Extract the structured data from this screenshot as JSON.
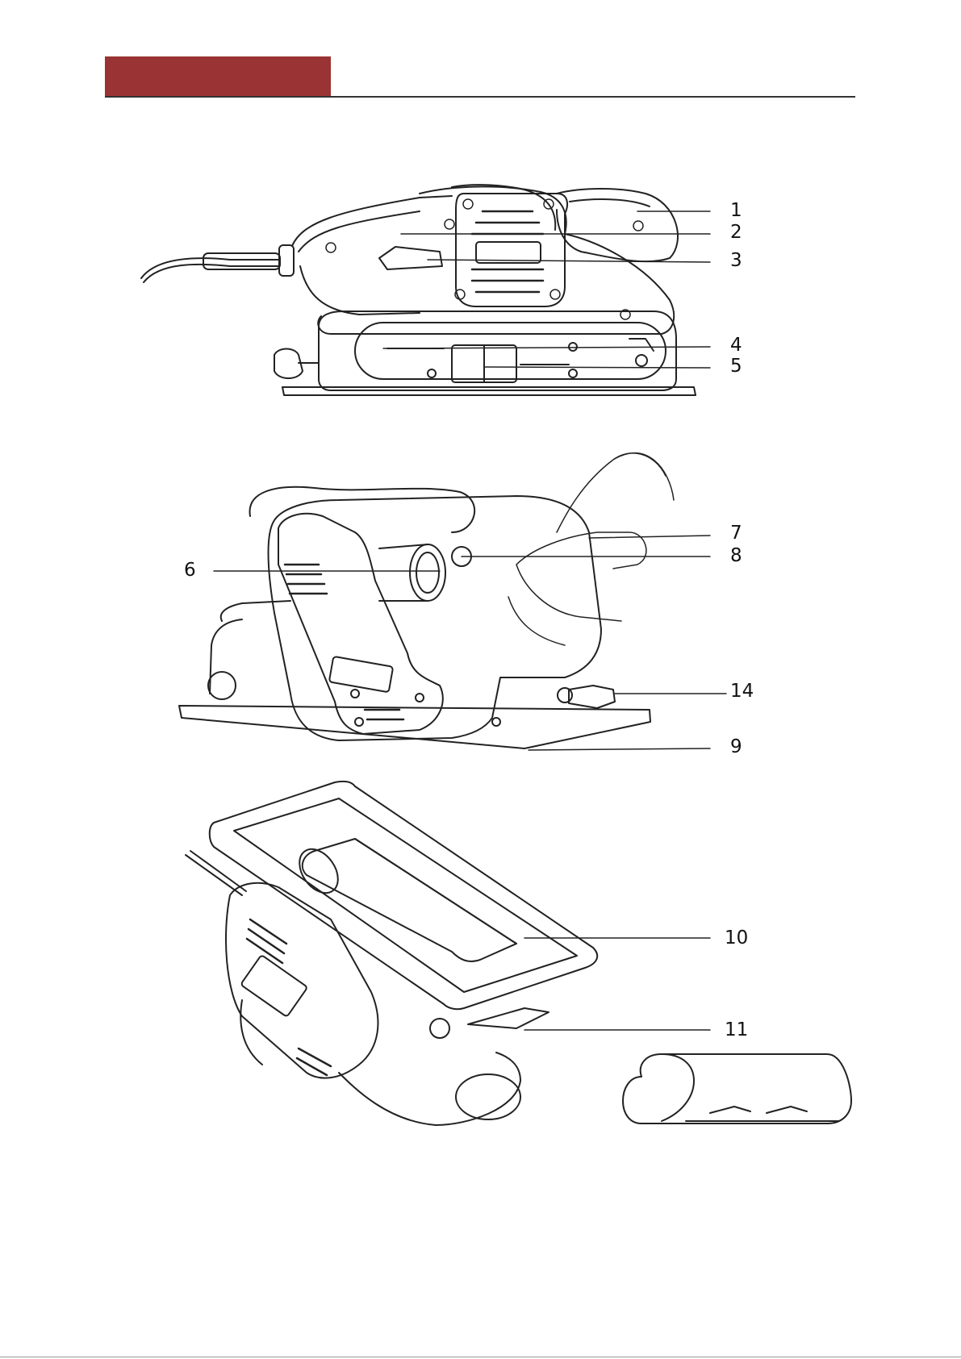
{
  "colors": {
    "accent": "#9a3333",
    "line": "#222222"
  },
  "callouts": {
    "c1": "1",
    "c2": "2",
    "c3": "3",
    "c4": "4",
    "c5": "5",
    "c6": "6",
    "c7": "7",
    "c8": "8",
    "c14": "14",
    "c9": "9",
    "c10": "10",
    "c11": "11"
  }
}
